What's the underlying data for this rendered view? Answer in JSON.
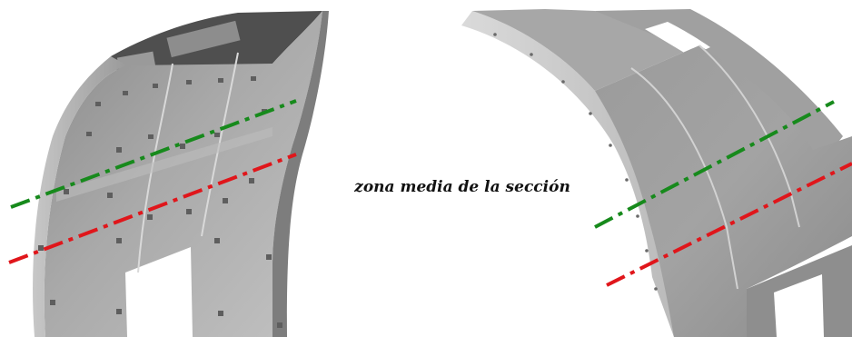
{
  "caption": "zona media de la sección",
  "colors": {
    "green_line": "#178a1c",
    "red_line": "#e0161b",
    "metal_light": "#b4b4b4",
    "metal_dark": "#6e6e6e"
  },
  "left_panel": {
    "name": "left 3D segmented ring model"
  },
  "right_panel": {
    "name": "right 3D segmented ring model"
  }
}
